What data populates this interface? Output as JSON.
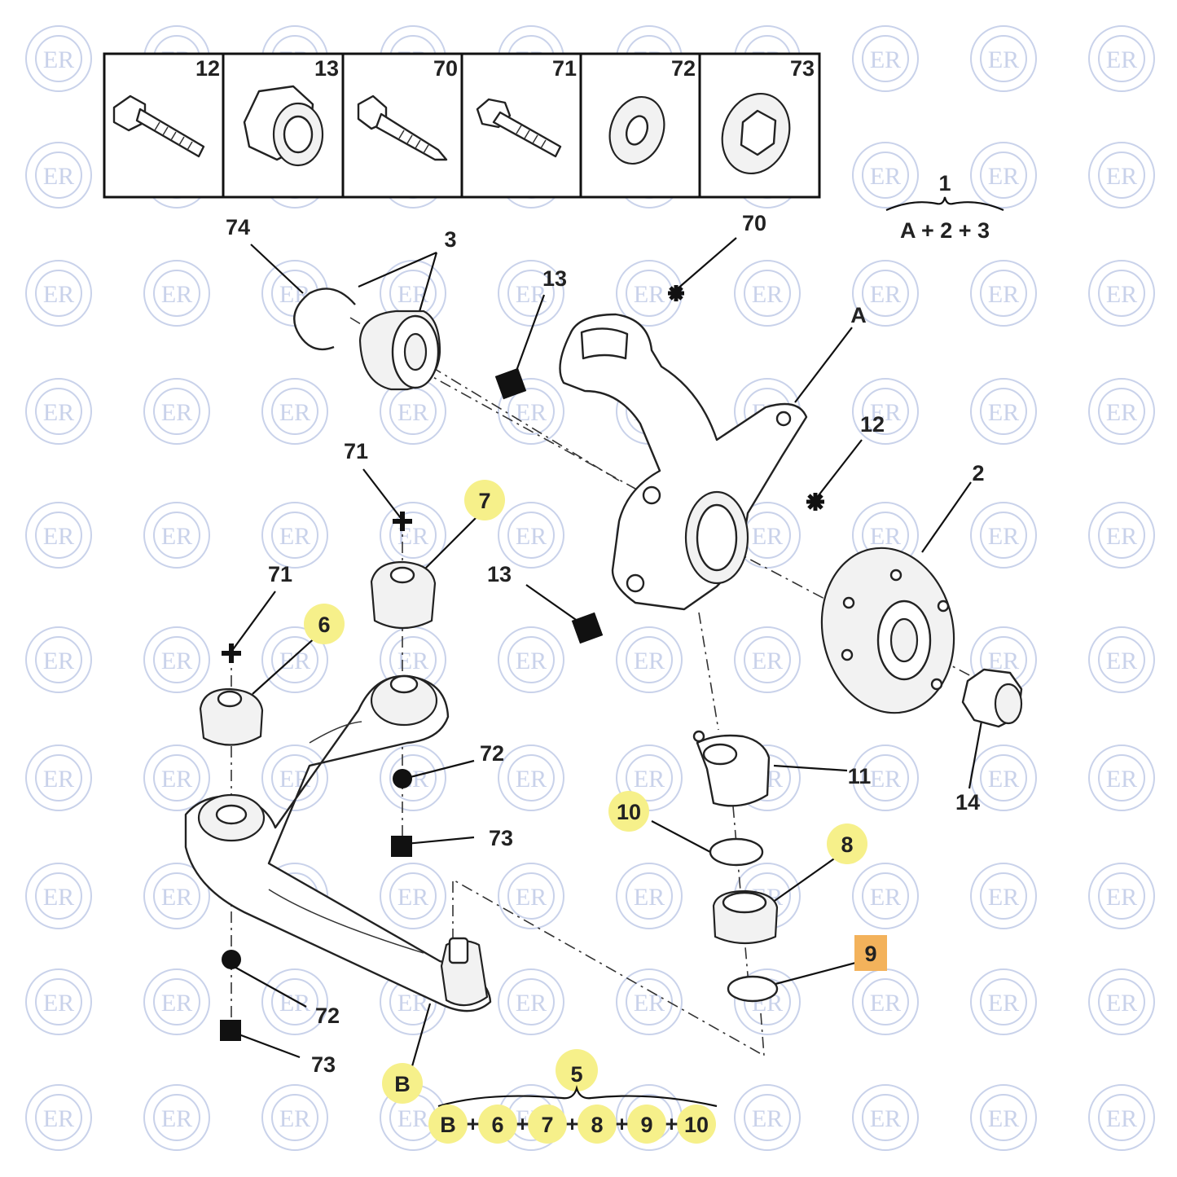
{
  "watermark": {
    "text": "ER"
  },
  "hardware_table": {
    "cells": [
      {
        "id": "12",
        "label": "12",
        "part": "bolt"
      },
      {
        "id": "13",
        "label": "13",
        "part": "nut"
      },
      {
        "id": "70",
        "label": "70",
        "part": "bolt"
      },
      {
        "id": "71",
        "label": "71",
        "part": "bolt"
      },
      {
        "id": "72",
        "label": "72",
        "part": "washer"
      },
      {
        "id": "73",
        "label": "73",
        "part": "cap"
      }
    ]
  },
  "kit_1": {
    "number": "1",
    "formula": "A + 2 + 3"
  },
  "kit_5": {
    "number": "5",
    "items": [
      "B",
      "6",
      "7",
      "8",
      "9",
      "10"
    ],
    "plus": "+"
  },
  "callouts": [
    {
      "id": "c74",
      "text": "74",
      "highlight": "none"
    },
    {
      "id": "c3",
      "text": "3",
      "highlight": "none"
    },
    {
      "id": "c70",
      "text": "70",
      "highlight": "none"
    },
    {
      "id": "c13a",
      "text": "13",
      "highlight": "none"
    },
    {
      "id": "cA",
      "text": "A",
      "highlight": "none"
    },
    {
      "id": "c12",
      "text": "12",
      "highlight": "none"
    },
    {
      "id": "c2",
      "text": "2",
      "highlight": "none"
    },
    {
      "id": "c71a",
      "text": "71",
      "highlight": "none"
    },
    {
      "id": "c7",
      "text": "7",
      "highlight": "circle"
    },
    {
      "id": "c71b",
      "text": "71",
      "highlight": "none"
    },
    {
      "id": "c6",
      "text": "6",
      "highlight": "circle"
    },
    {
      "id": "c13b",
      "text": "13",
      "highlight": "none"
    },
    {
      "id": "c72a",
      "text": "72",
      "highlight": "none"
    },
    {
      "id": "c73a",
      "text": "73",
      "highlight": "none"
    },
    {
      "id": "c11",
      "text": "11",
      "highlight": "none"
    },
    {
      "id": "c14",
      "text": "14",
      "highlight": "none"
    },
    {
      "id": "c10",
      "text": "10",
      "highlight": "circle"
    },
    {
      "id": "c8",
      "text": "8",
      "highlight": "circle"
    },
    {
      "id": "c9",
      "text": "9",
      "highlight": "square"
    },
    {
      "id": "c72b",
      "text": "72",
      "highlight": "none"
    },
    {
      "id": "c73b",
      "text": "73",
      "highlight": "none"
    },
    {
      "id": "cB",
      "text": "B",
      "highlight": "circle"
    }
  ],
  "colors": {
    "highlight_yellow": "#f6f08a",
    "highlight_orange": "#f3b25b",
    "watermark": "#c9d2ea",
    "line": "#111111"
  }
}
